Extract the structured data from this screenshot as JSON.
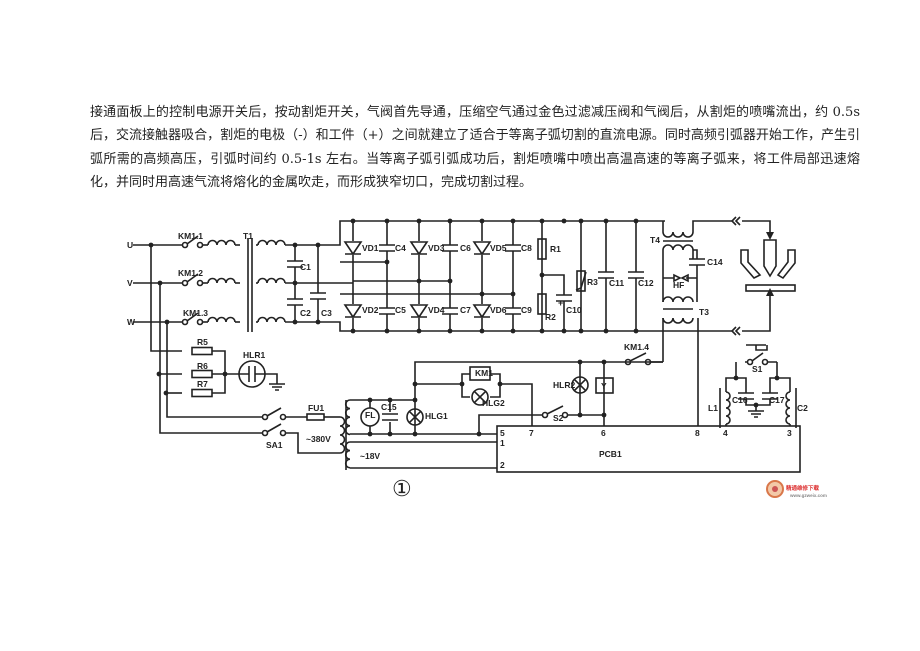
{
  "document": {
    "paragraph": "接通面板上的控制电源开关后，按动割炬开关，气阀首先导通，压缩空气通过金色过滤减压阀和气阀后，从割炬的喷嘴流出，约 0.5s 后，交流接触器吸合，割炬的电极（-）和工件（+）之间就建立了适合于等离子弧切割的直流电源。同时高频引弧器开始工作，产生引弧所需的高频高压，引弧时间约 0.5-1s 左右。当等离子弧引弧成功后，割炬喷嘴中喷出高温高速的等离子弧来，将工件局部迅速熔化，并同时用高速气流将熔化的金属吹走，而形成狭窄切口，完成切割过程。"
  },
  "diagram": {
    "figure_number": "①",
    "phases": [
      "U",
      "V",
      "W"
    ],
    "contactors": [
      "KM1.1",
      "KM1.2",
      "KM1.3",
      "KM1.4"
    ],
    "transformers": [
      "T1",
      "T3",
      "T4"
    ],
    "capacitors": [
      "C1",
      "C2",
      "C3",
      "C4",
      "C5",
      "C6",
      "C7",
      "C8",
      "C9",
      "C10",
      "C11",
      "C12",
      "C14",
      "C15",
      "C16",
      "C17"
    ],
    "diodes": [
      "VD1",
      "VD2",
      "VD3",
      "VD4",
      "VD5",
      "VD6"
    ],
    "resistors": [
      "R1",
      "R2",
      "R3",
      "R5",
      "R6",
      "R7"
    ],
    "hf": "HF",
    "lamps": [
      "HLR1",
      "HLR2",
      "HLG1",
      "HLG2"
    ],
    "fuse": "FU1",
    "fl": "FL",
    "relay": "KM1",
    "valve": "Y",
    "switches": [
      "SA1",
      "S1",
      "S2"
    ],
    "voltages": [
      "~380V",
      "~18V"
    ],
    "inductors": [
      "L1",
      "C2"
    ],
    "pcb": {
      "label": "PCB1",
      "pins": [
        "5",
        "1",
        "2",
        "7",
        "6",
        "8",
        "4",
        "3"
      ]
    },
    "watermark": {
      "name": "精通维修下载",
      "url": "www.gzweix.com"
    }
  }
}
